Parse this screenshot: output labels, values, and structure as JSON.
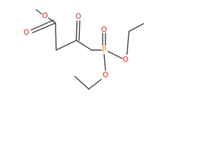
{
  "molecule": {
    "atoms": [
      {
        "id": "o_ester_single",
        "symbol": "O",
        "color": "#e02020"
      },
      {
        "id": "o_ester_carbonyl",
        "symbol": "O",
        "color": "#e02020"
      },
      {
        "id": "o_ketone",
        "symbol": "O",
        "color": "#e02020"
      },
      {
        "id": "p_phosphonate",
        "symbol": "P",
        "color": "#f28c00"
      },
      {
        "id": "o_phosphoryl",
        "symbol": "O",
        "color": "#e02020"
      },
      {
        "id": "o_ethoxy_right",
        "symbol": "O",
        "color": "#e02020"
      },
      {
        "id": "o_ethoxy_bottom",
        "symbol": "O",
        "color": "#e02020"
      }
    ]
  }
}
